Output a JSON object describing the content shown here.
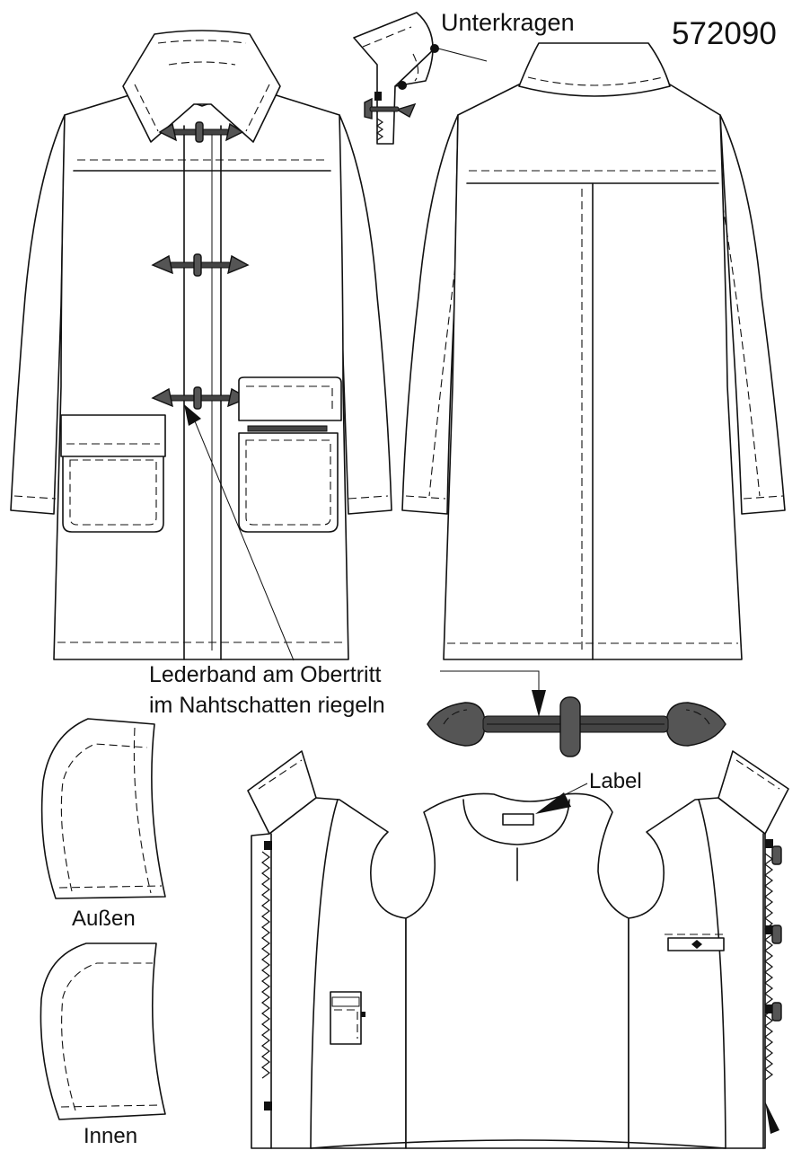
{
  "model_number": "572090",
  "labels": {
    "undercollar": "Unterkragen",
    "leather_strap_line1": "Lederband am Obertritt",
    "leather_strap_line2": "im Nahtschatten riegeln",
    "label_tag": "Label",
    "outer_sleeve": "Außen",
    "inner_sleeve": "Innen"
  },
  "colors": {
    "line": "#111111",
    "toggle_fill": "#555555",
    "strap_fill": "#444444",
    "background": "#ffffff"
  }
}
